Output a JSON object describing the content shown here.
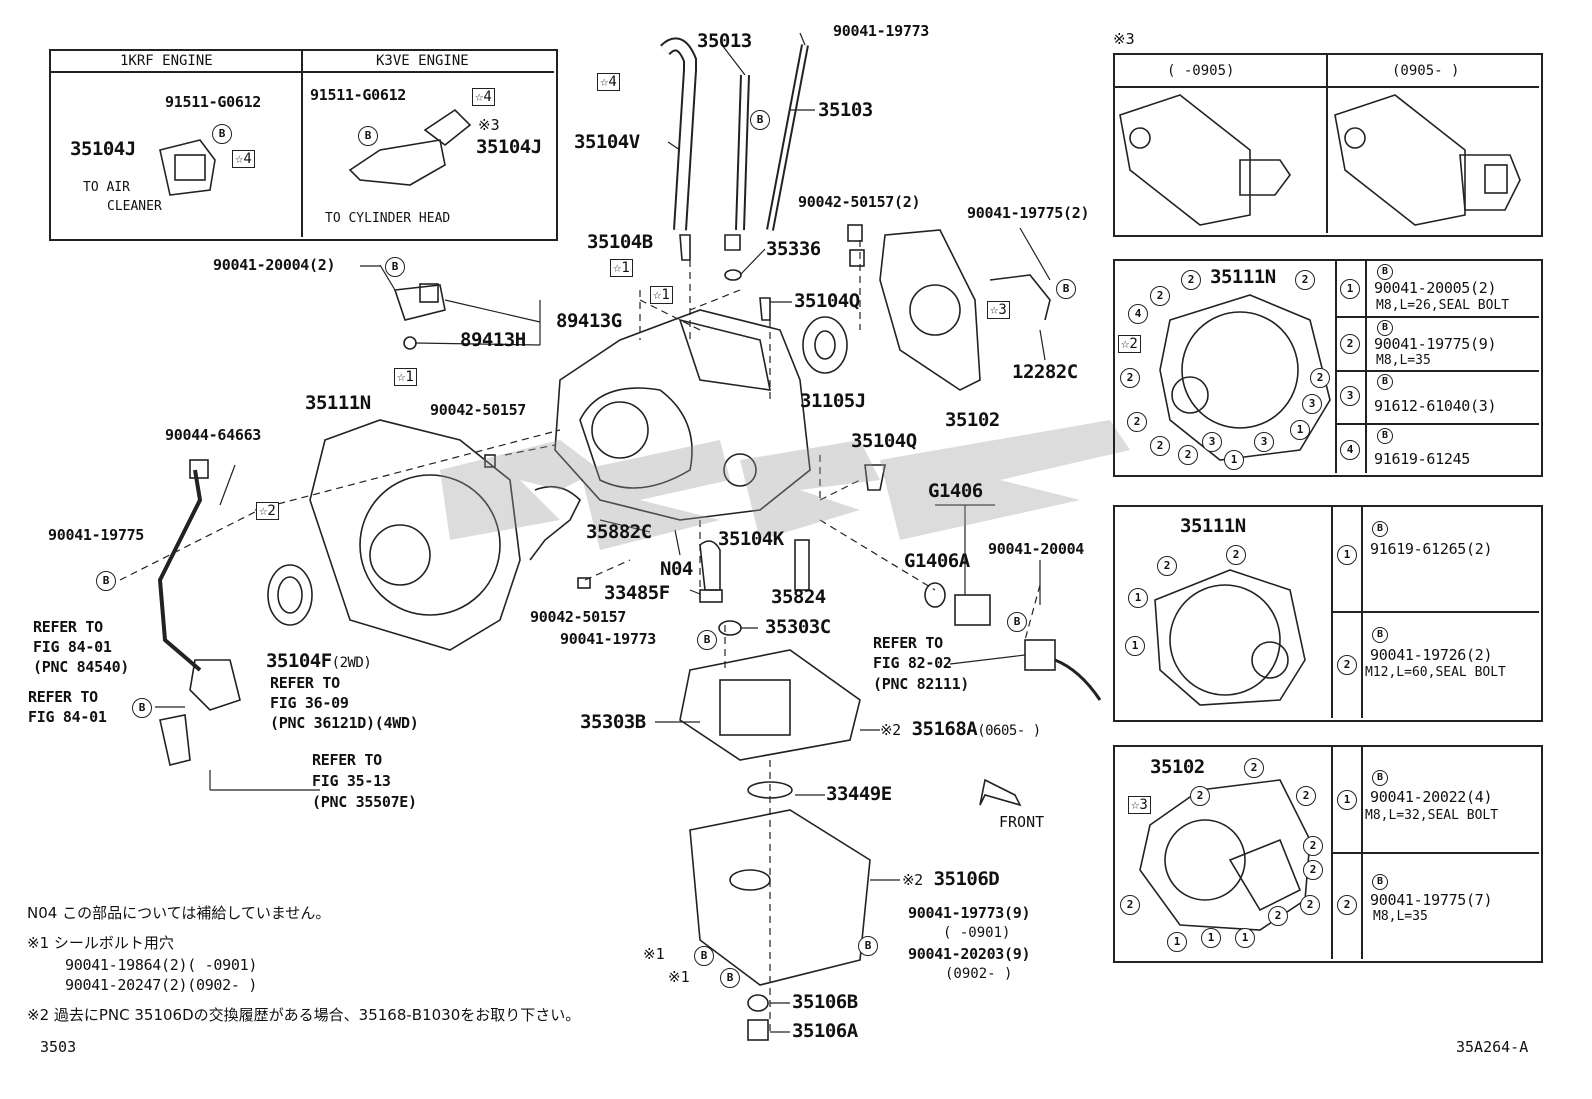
{
  "engine_box": {
    "col1": "1KRF ENGINE",
    "col2": "K3VE ENGINE",
    "k1_bolt": "91511-G0612",
    "k1_part": "35104J",
    "k1_to_air": "TO AIR",
    "k1_cleaner": "CLEANER",
    "k3_bolt": "91511-G0612",
    "k3_part": "35104J",
    "k3_note": "※3",
    "k3_to_head": "TO CYLINDER HEAD",
    "star4": "☆4"
  },
  "callouts": {
    "p35013": "35013",
    "p90041_19773_top": "90041-19773",
    "p35103": "35103",
    "p35104V": "35104V",
    "p35104B": "35104B",
    "p35336": "35336",
    "p35104Q_a": "35104Q",
    "p35104Q_b": "35104Q",
    "p90042_50157_2": "90042-50157(2)",
    "p90041_19775_2": "90041-19775(2)",
    "p90041_20004_2": "90041-20004(2)",
    "p89413G": "89413G",
    "p89413H": "89413H",
    "p31105J": "31105J",
    "p12282C": "12282C",
    "p35102": "35102",
    "p35111N": "35111N",
    "p90042_50157_a": "90042-50157",
    "p90044_64663": "90044-64663",
    "p90041_19775": "90041-19775",
    "p35882C": "35882C",
    "p35104K": "35104K",
    "pN04": "N04",
    "p33485F": "33485F",
    "p35824": "35824",
    "p90042_50157_b": "90042-50157",
    "p90041_19773_mid": "90041-19773",
    "p35303C": "35303C",
    "pG1406": "G1406",
    "pG1406A": "G1406A",
    "p90041_20004": "90041-20004",
    "p35104F": "35104F",
    "p35104F_note": "(2WD)",
    "p35303B": "35303B",
    "p35168A_mark": "※2",
    "p35168A": "35168A",
    "p35168A_date": "(0605-      )",
    "p33449E": "33449E",
    "front": "FRONT",
    "p35106D_mark": "※2",
    "p35106D": "35106D",
    "p90041_19773_9": "90041-19773(9)",
    "p90041_19773_9_date": "(      -0901)",
    "p90041_20203_9": "90041-20203(9)",
    "p90041_20203_9_date": "(0902-      )",
    "p35106B": "35106B",
    "p35106A": "35106A",
    "mark1a": "※1",
    "mark1b": "※1",
    "star1": "☆1",
    "star2": "☆2",
    "star3": "☆3",
    "star4": "☆4",
    "bolt_mark": "B"
  },
  "refers": {
    "r84540_1": "REFER TO",
    "r84540_2": "FIG 84-01",
    "r84540_3": "(PNC 84540)",
    "r8401_1": "REFER TO",
    "r8401_2": "FIG 84-01",
    "r3609_1": "REFER TO",
    "r3609_2": "FIG 36-09",
    "r3609_3": "(PNC 36121D)(4WD)",
    "r3513_1": "REFER TO",
    "r3513_2": "FIG 35-13",
    "r3513_3": "(PNC 35507E)",
    "r8202_1": "REFER TO",
    "r8202_2": "FIG 82-02",
    "r8202_3": "(PNC 82111)"
  },
  "notes": {
    "n04": "N04  この部品については補給していません。",
    "n1_head": "※1  シールボルト用穴",
    "n1_l1": "90041-19864(2)(      -0901)",
    "n1_l2": "90041-20247(2)(0902-      )",
    "n2": "※2  過去にPNC 35106Dの交換履歴がある場合、35168-B1030をお取り下さい。",
    "page_code": "3503",
    "fig_code": "35A264-A"
  },
  "panel3": {
    "mark": "※3",
    "col1": "(      -0905)",
    "col2": "(0905-      )"
  },
  "panel_a": {
    "title": "35111N",
    "star": "☆2",
    "rows": [
      {
        "num": "1",
        "bolt": "90041-20005(2)",
        "spec": "M8,L=26,SEAL BOLT"
      },
      {
        "num": "2",
        "bolt": "90041-19775(9)",
        "spec": "M8,L=35"
      },
      {
        "num": "3",
        "bolt": "91612-61040(3)",
        "spec": ""
      },
      {
        "num": "4",
        "bolt": "91619-61245",
        "spec": ""
      }
    ]
  },
  "panel_b": {
    "title": "35111N",
    "rows": [
      {
        "num": "1",
        "bolt": "91619-61265(2)",
        "spec": ""
      },
      {
        "num": "2",
        "bolt": "90041-19726(2)",
        "spec": "M12,L=60,SEAL BOLT"
      }
    ]
  },
  "panel_c": {
    "title": "35102",
    "star": "☆3",
    "rows": [
      {
        "num": "1",
        "bolt": "90041-20022(4)",
        "spec": "M8,L=32,SEAL BOLT"
      },
      {
        "num": "2",
        "bolt": "90041-19775(7)",
        "spec": "M8,L=35"
      }
    ]
  },
  "watermark": "ZEGS"
}
